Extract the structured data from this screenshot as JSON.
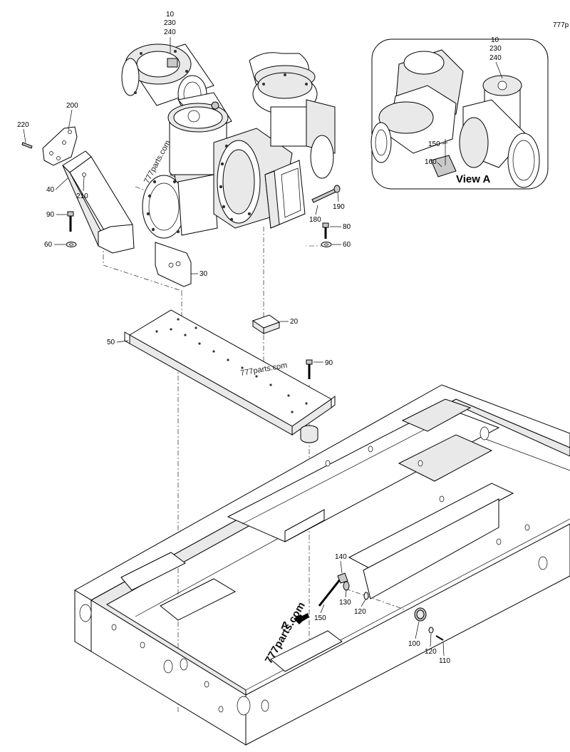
{
  "header": {
    "code_fragment": "777p"
  },
  "watermarks": [
    "777parts.com",
    "777parts.com",
    "777parts.com"
  ],
  "view_a": {
    "label": "View A",
    "callouts": [
      "10",
      "230",
      "240",
      "150",
      "160"
    ]
  },
  "callouts": {
    "c10": "10",
    "c230": "230",
    "c240": "240",
    "c200": "200",
    "c220": "220",
    "c40": "40",
    "c210": "210",
    "c90a": "90",
    "c60a": "60",
    "c30": "30",
    "c190": "190",
    "c180": "180",
    "c80": "80",
    "c60b": "60",
    "c20": "20",
    "c50": "50",
    "c90b": "90",
    "c140": "140",
    "c150": "150",
    "c130": "130",
    "c120a": "120",
    "c100": "100",
    "c120b": "120",
    "c110": "110"
  },
  "arrow_marker": "A"
}
